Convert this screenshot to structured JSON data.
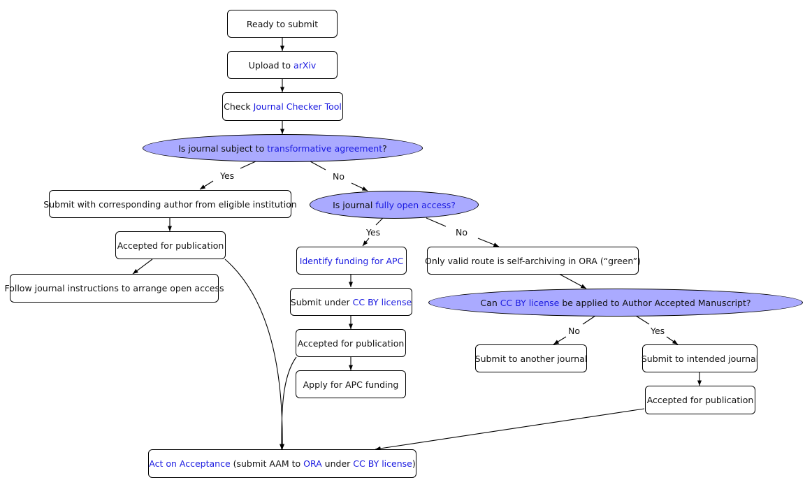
{
  "colors": {
    "decision_fill": "#aaaaff",
    "link": "#1a1ae0",
    "stroke": "#000000"
  },
  "nodes": {
    "ready": {
      "text": "Ready to submit"
    },
    "upload": {
      "pre": "Upload to ",
      "link": "arXiv"
    },
    "check": {
      "pre": "Check ",
      "link": "Journal Checker Tool"
    },
    "q_ta": {
      "pre": "Is journal subject to ",
      "link": "transformative agreement",
      "post": "?"
    },
    "submit_corr": {
      "text": "Submit with corresponding author from eligible institution"
    },
    "accepted_left": {
      "text": "Accepted for publication"
    },
    "follow": {
      "text": "Follow journal instructions to arrange open access"
    },
    "q_oa": {
      "pre": "Is journal ",
      "link": "fully open access?"
    },
    "identify": {
      "link": "Identify funding for APC"
    },
    "submit_ccby": {
      "pre": "Submit under ",
      "link": "CC BY license"
    },
    "accepted_mid": {
      "text": "Accepted for publication"
    },
    "apply_apc": {
      "text": "Apply for APC funding"
    },
    "green": {
      "text": "Only valid route is self-archiving in ORA (“green”)"
    },
    "q_aam": {
      "pre": "Can ",
      "link": "CC BY license",
      "post": " be applied to Author Accepted Manuscript?"
    },
    "another": {
      "text": "Submit to another journal"
    },
    "intended": {
      "text": "Submit to intended journal"
    },
    "accepted_right": {
      "text": "Accepted for publication"
    },
    "aoa": {
      "link1": "Act on Acceptance",
      "mid1": " (submit AAM to ",
      "link2": "ORA",
      "mid2": " under ",
      "link3": "CC BY license",
      "post": ")"
    }
  },
  "edge_labels": {
    "ta_yes": "Yes",
    "ta_no": "No",
    "oa_yes": "Yes",
    "oa_no": "No",
    "aam_no": "No",
    "aam_yes": "Yes"
  }
}
